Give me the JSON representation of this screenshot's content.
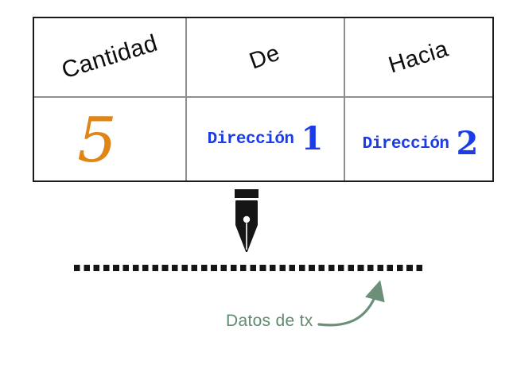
{
  "diagram": {
    "table": {
      "headers": [
        "Cantidad",
        "De",
        "Hacia"
      ],
      "row": {
        "cantidad": "5",
        "de": {
          "text": "Dirección",
          "number": "1"
        },
        "hacia": {
          "text": "Dirección",
          "number": "2"
        }
      }
    },
    "annotation": {
      "label": "Datos de tx"
    },
    "icons": {
      "pen": "pen-nib-icon",
      "arrow": "curved-arrow-icon"
    },
    "colors": {
      "cantidad_orange": "#E08617",
      "direccion_blue": "#1C3CE8",
      "annotation_green": "#5E8A6D",
      "ink_black": "#151515",
      "grid_gray": "#8f8f8f"
    }
  }
}
